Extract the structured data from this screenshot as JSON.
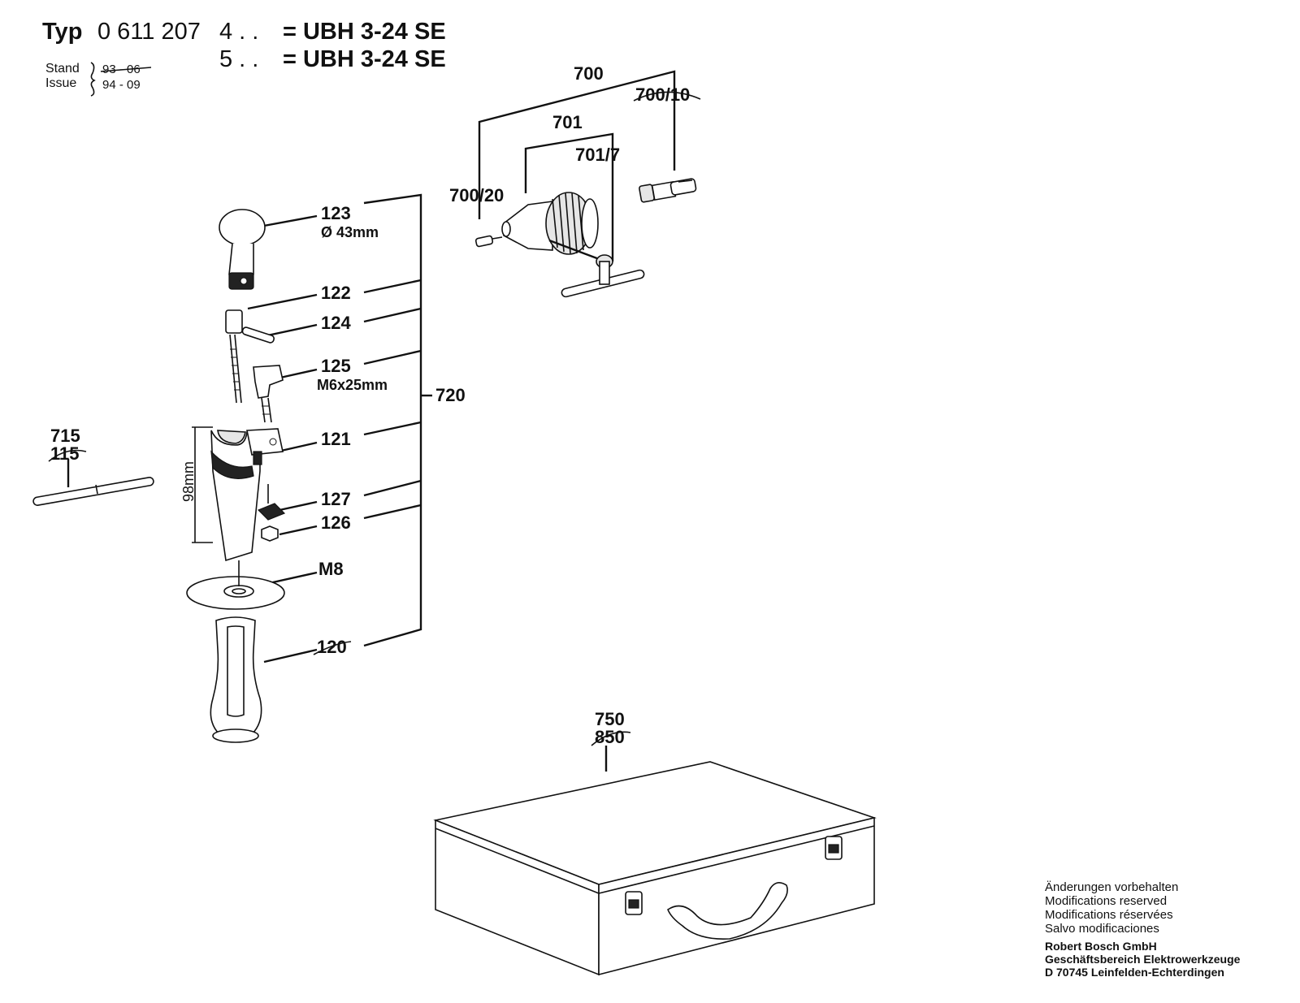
{
  "header": {
    "typ_label": "Typ",
    "typ_number": "0 611 207",
    "variants": [
      {
        "suffix": "4 . .",
        "model": "= UBH 3-24 SE"
      },
      {
        "suffix": "5 . .",
        "model": "= UBH 3-24 SE"
      }
    ],
    "stand_label": "Stand",
    "issue_label": "Issue",
    "stand_date": "93 - 06",
    "issue_date": "94 - 09"
  },
  "callouts": {
    "c700": "700",
    "c700_10": "700/10",
    "c701": "701",
    "c701_7": "701/7",
    "c700_20": "700/20",
    "c123": "123",
    "c123_note": "Ø 43mm",
    "c122": "122",
    "c124": "124",
    "c125": "125",
    "c125_note": "M6x25mm",
    "c720": "720",
    "c715": "715",
    "c115": "115",
    "c121": "121",
    "c127": "127",
    "c126": "126",
    "cM8": "M8",
    "c120": "120",
    "c750": "750",
    "c850": "850",
    "dim98": "98mm"
  },
  "footer": {
    "lines": [
      "Änderungen vorbehalten",
      "Modifications reserved",
      "Modifications réservées",
      "Salvo modificaciones"
    ],
    "company": [
      "Robert Bosch GmbH",
      "Geschäftsbereich Elektrowerkzeuge",
      "D 70745 Leinfelden-Echterdingen"
    ]
  }
}
